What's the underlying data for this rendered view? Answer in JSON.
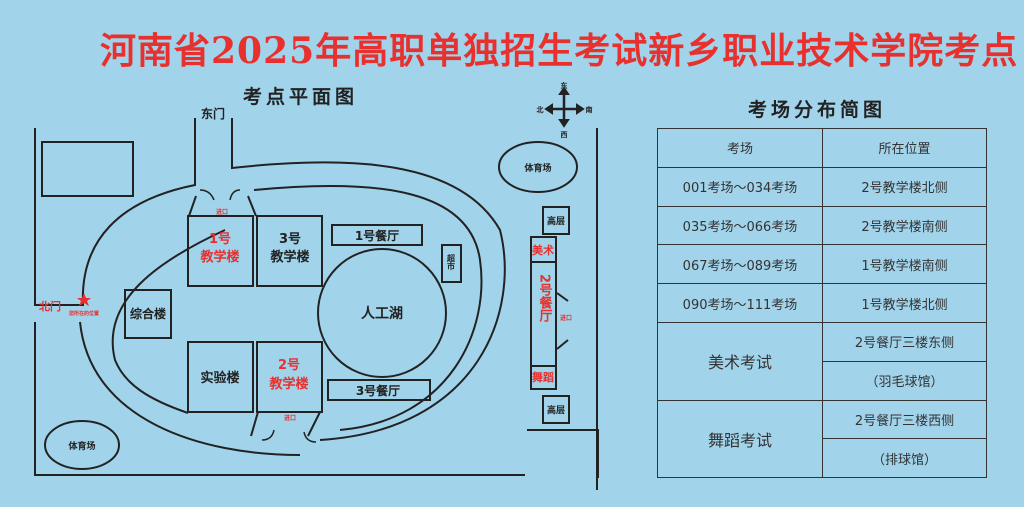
{
  "title": "河南省2025年高职单独招生考试新乡职业技术学院考点",
  "map": {
    "heading": "考点平面图",
    "east_gate": "东门",
    "north_gate": "北门",
    "you_are_here": "您所在的位置",
    "building1": {
      "num": "1号",
      "name": "教学楼"
    },
    "building3": {
      "num": "3号",
      "name": "教学楼"
    },
    "building2": {
      "num": "2号",
      "name": "教学楼"
    },
    "canteen1": "1号餐厅",
    "canteen3": "3号餐厅",
    "lake": "人工湖",
    "supermarket": "超市",
    "complex": "综合楼",
    "lab": "实验楼",
    "stadium": "体育场",
    "stadium2": "体育场",
    "highrise": "高层",
    "highrise2": "高层",
    "canteen2": "2号餐厅",
    "art": "美术",
    "dance": "舞蹈",
    "entrance": "进口",
    "compass": {
      "e": "东",
      "w": "西",
      "s": "南",
      "n": "北"
    }
  },
  "table": {
    "heading": "考场分布简图",
    "headers": [
      "考场",
      "所在位置"
    ],
    "rows": [
      [
        "001考场～034考场",
        "2号教学楼北侧"
      ],
      [
        "035考场～066考场",
        "2号教学楼南侧"
      ],
      [
        "067考场～089考场",
        "1号教学楼南侧"
      ],
      [
        "090考场～111考场",
        "1号教学楼北侧"
      ]
    ],
    "art": {
      "label": "美术考试",
      "loc": "2号餐厅三楼东侧",
      "venue": "（羽毛球馆）"
    },
    "dance": {
      "label": "舞蹈考试",
      "loc": "2号餐厅三楼西侧",
      "venue": "（排球馆）"
    }
  },
  "colors": {
    "background": "#a1d3ea",
    "accent": "#e8312f"
  }
}
